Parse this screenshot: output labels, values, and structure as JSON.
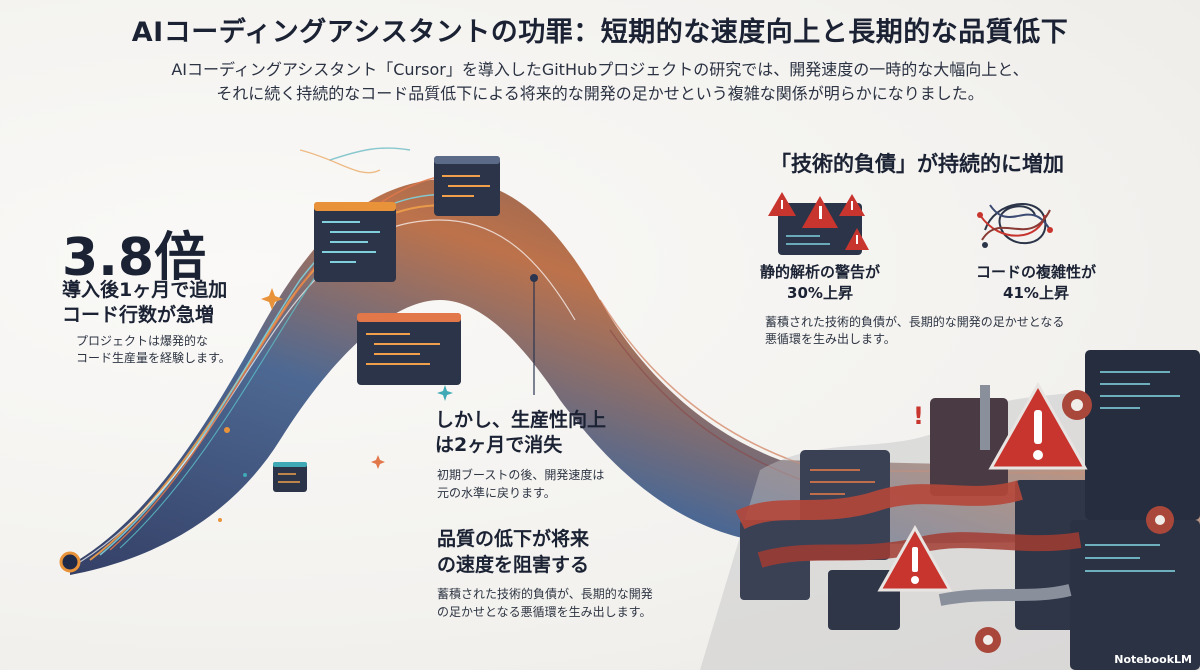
{
  "header": {
    "title": "AIコーディングアシスタントの功罪：短期的な速度向上と長期的な品質低下",
    "subtitle_line1": "AIコーディングアシスタント「Cursor」を導入したGitHubプロジェクトの研究では、開発速度の一時的な大幅向上と、",
    "subtitle_line2": "それに続く持続的なコード品質低下による将来的な開発の足かせという複雑な関係が明らかになりました。"
  },
  "left": {
    "big_number": "3.8倍",
    "heading_line1": "導入後1ヶ月で追加",
    "heading_line2": "コード行数が急増",
    "sub_line1": "プロジェクトは爆発的な",
    "sub_line2": "コード生産量を経験します。"
  },
  "middle": {
    "heading_line1": "しかし、生産性向上",
    "heading_line2": "は2ヶ月で消失",
    "sub_line1": "初期ブーストの後、開発速度は",
    "sub_line2": "元の水準に戻ります。",
    "heading2_line1": "品質の低下が将来",
    "heading2_line2": "の速度を阻害する",
    "sub2_line1": "蓄積された技術的負債が、長期的な開発",
    "sub2_line2": "の足かせとなる悪循環を生み出します。"
  },
  "right": {
    "heading": "「技術的負債」が持続的に増加",
    "metric1_line1": "静的解析の警告が",
    "metric1_line2": "30%上昇",
    "metric2_line1": "コードの複雑性が",
    "metric2_line2": "41%上昇",
    "sub_line1": "蓄積された技術的負債が、長期的な開発の足かせとなる",
    "sub_line2": "悪循環を生み出します。"
  },
  "branding": {
    "label": "NotebookLM"
  },
  "colors": {
    "warning": "#c8352e",
    "orange": "#e8933a",
    "teal": "#3fa9b5",
    "navy": "#2a3550",
    "rust": "#b5473a"
  },
  "icons": [
    "warning-icon",
    "tangle-icon",
    "gear-icon",
    "code-window-icon"
  ]
}
